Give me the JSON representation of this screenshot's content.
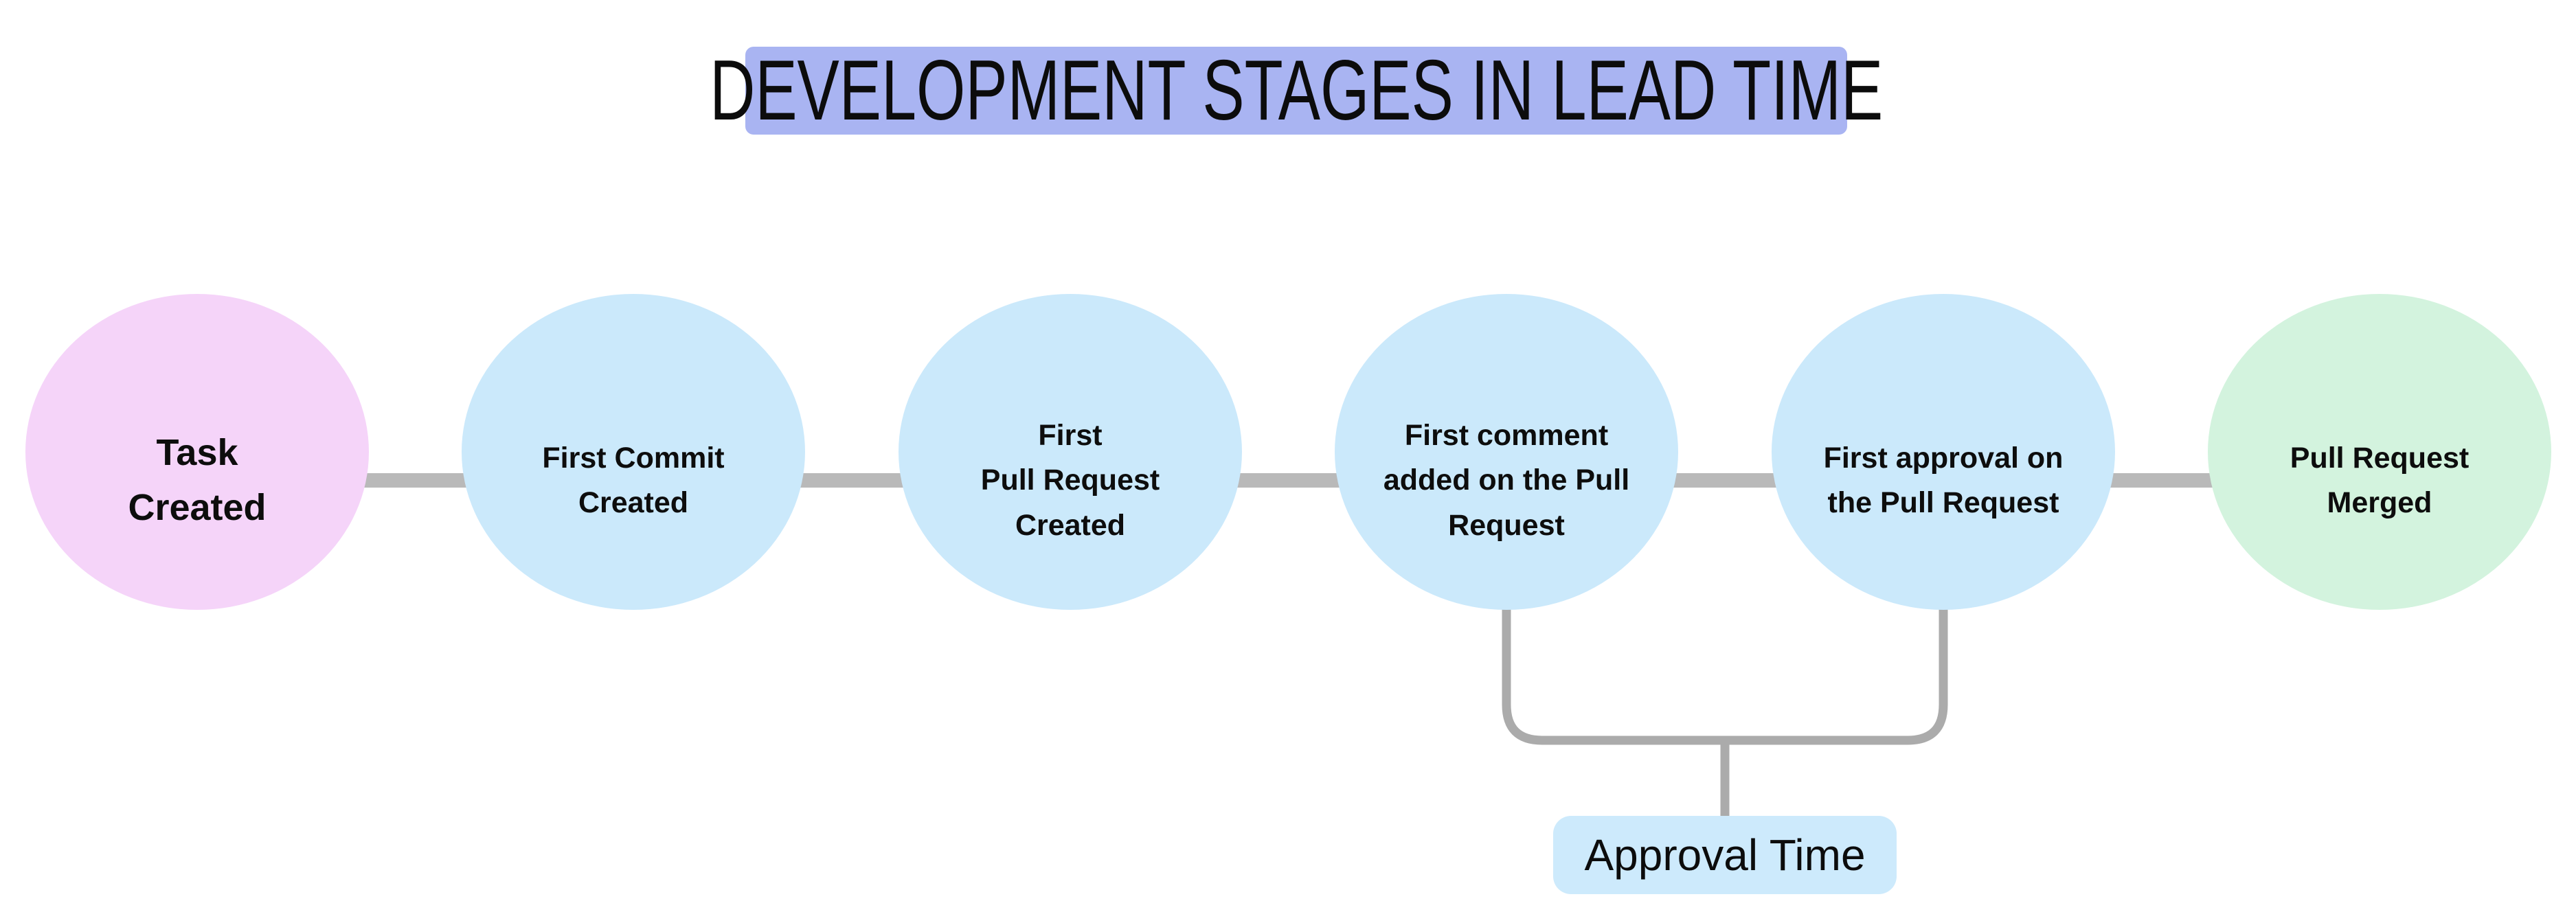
{
  "title": {
    "text": "DEVELOPMENT STAGES IN LEAD TIME",
    "bg_color": "#a9b4f2"
  },
  "stages": [
    {
      "id": "task-created",
      "text": "Task\nCreated",
      "fill": "#f5d4f9",
      "role": "start"
    },
    {
      "id": "first-commit-created",
      "text": "First Commit\nCreated",
      "fill": "#cbe9fb",
      "role": "middle"
    },
    {
      "id": "first-pull-request-created",
      "text": "First\nPull Request\nCreated",
      "fill": "#cbe9fb",
      "role": "middle"
    },
    {
      "id": "first-comment-added",
      "text": "First comment\nadded on the Pull\nRequest",
      "fill": "#cbe9fb",
      "role": "middle"
    },
    {
      "id": "first-approval",
      "text": "First approval on\nthe Pull Request",
      "fill": "#cbe9fb",
      "role": "middle"
    },
    {
      "id": "pull-request-merged",
      "text": "Pull Request\nMerged",
      "fill": "#d3f3de",
      "role": "end"
    }
  ],
  "annotation": {
    "text": "Approval Time",
    "bg_color": "#cdeafc"
  },
  "connector_color": "#b9b9b9",
  "bracket_color": "#ababab"
}
